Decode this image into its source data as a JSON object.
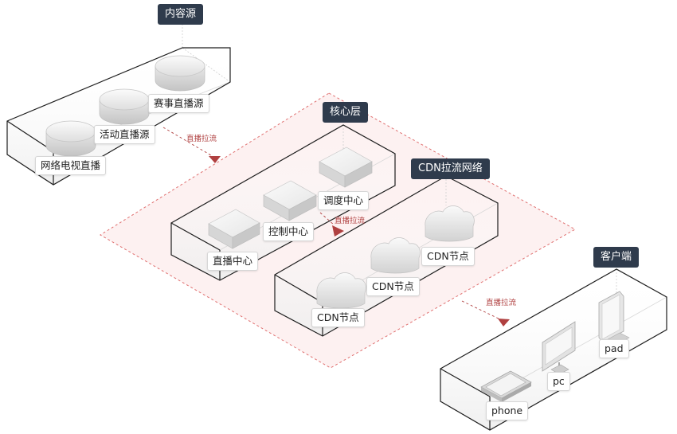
{
  "groups": {
    "content_source": {
      "title": "内容源"
    },
    "core_layer": {
      "title": "核心层"
    },
    "cdn_network": {
      "title": "CDN拉流网络"
    },
    "client": {
      "title": "客户端"
    }
  },
  "nodes": {
    "iptv_live": "网络电视直播",
    "activity_live_source": "活动直播源",
    "event_live_source": "赛事直播源",
    "live_center": "直播中心",
    "control_center": "控制中心",
    "dispatch_center": "调度中心",
    "cdn_node_1": "CDN节点",
    "cdn_node_2": "CDN节点",
    "cdn_node_3": "CDN节点",
    "phone": "phone",
    "pc": "pc",
    "pad": "pad"
  },
  "flows": {
    "source_to_core": "直播拉流",
    "core_to_cdn": "直播拉流",
    "cdn_to_client": "直播拉流"
  },
  "colors": {
    "title_bg": "#2f3b4c",
    "flow_accent": "#b04040",
    "dashed_border": "#e07070",
    "core_fill": "#fdf1f1"
  }
}
